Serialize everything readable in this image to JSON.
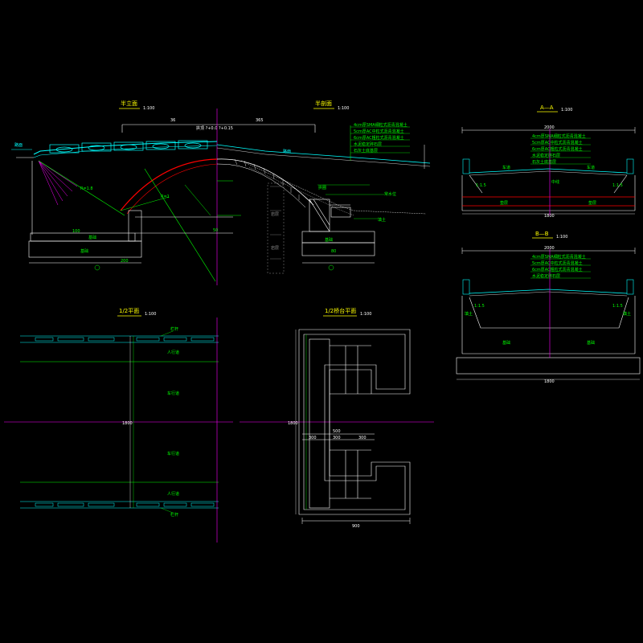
{
  "colors": {
    "background": "#000000",
    "cyan": "#00ffff",
    "green": "#00ff00",
    "white": "#ffffff",
    "yellow": "#ffff00",
    "red": "#ff0000",
    "magenta": "#ff00ff",
    "gray": "#8c8c8c"
  },
  "elevation": {
    "title_left": "半立面",
    "title_right": "半剖面",
    "scale": "1:100",
    "dim_a": "36",
    "dim_b": "365",
    "center_text": "拱顶 ?+0.0 ?+0.15",
    "label_R": "R=1.8",
    "label_r": "R=1",
    "road_level": "路面",
    "foundation": "基础",
    "rock": "岩层",
    "fill_note": "填土",
    "arch_note": "拱圈",
    "water_level": "常水位",
    "notes": [
      "4cm厚SMA细粒式沥青混凝土",
      "5cm厚AC中粒式沥青混凝土",
      "6cm厚AC粗粒式沥青混凝土",
      "水泥稳定碎石层",
      "石灰土底基层"
    ],
    "dims_bottom": [
      "100",
      "200",
      "50",
      "80"
    ]
  },
  "section_aa": {
    "title": "A—A",
    "scale": "1:100",
    "width": "2000",
    "bottom": "1800",
    "notes": [
      "4cm厚SMA细粒式沥青混凝土",
      "5cm厚AC中粒式沥青混凝土",
      "6cm厚AC粗粒式沥青混凝土",
      "水泥稳定碎石层",
      "石灰土底基层"
    ],
    "slope_left": "1:1.5",
    "slope_right": "1:1.5",
    "lane_left": "车道",
    "lane_right": "车道",
    "layer_left": "垫层",
    "layer_right": "垫层",
    "center": "中线"
  },
  "section_bb": {
    "title": "B—B",
    "scale": "1:100",
    "width": "2000",
    "bottom": "1800",
    "notes": [
      "4cm厚SMA细粒式沥青混凝土",
      "5cm厚AC中粒式沥青混凝土",
      "6cm厚AC粗粒式沥青混凝土",
      "水泥稳定碎石层"
    ],
    "slope_left": "1:1.5",
    "slope_right": "1:1.5",
    "fill_left": "填土",
    "fill_right": "填土",
    "base_left": "基础",
    "base_right": "基础"
  },
  "plan_half": {
    "title": "1/2平面",
    "scale": "1:100",
    "rail_top": "栏杆",
    "rail_bottom": "栏杆",
    "lane_labels": [
      "人行道",
      "车行道",
      "车行道",
      "人行道"
    ],
    "center_dim": "1800"
  },
  "plan_abutment": {
    "title": "1/2桥台平面",
    "scale": "1:100",
    "left_dim": "1800",
    "dims": [
      "500",
      "300",
      "300",
      "300"
    ],
    "bottom_dim": "900"
  }
}
